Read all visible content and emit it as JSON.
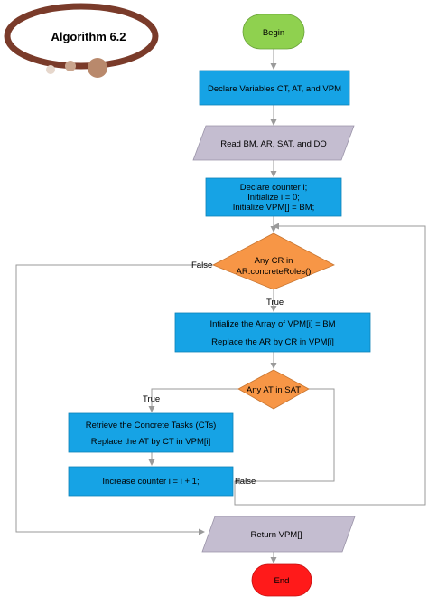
{
  "badge": {
    "title": "Algorithm 6.2",
    "colors": {
      "ring": "#7a3b2a",
      "fill": "#ffffff",
      "dot1": "#b9896c",
      "dot2": "#c9a58e",
      "dot3": "#e6d7cc"
    }
  },
  "colors": {
    "terminal_start": "#8fd14f",
    "terminal_end": "#ff1a1a",
    "process": "#16a3e5",
    "io": "#c4bdd0",
    "decision": "#f79646",
    "line": "#9a9a9a"
  },
  "nodes": {
    "begin": "Begin",
    "declare_vars": "Declare Variables CT, AT, and VPM",
    "read_inputs": "Read BM, AR, SAT, and DO",
    "init_counter": [
      "Declare counter i;",
      "Initialize i = 0;",
      "Initialize VPM[] = BM;"
    ],
    "decision_cr": [
      "Any CR in",
      "AR.concreteRoles()"
    ],
    "init_array": [
      "Intialize the Array of VPM[i] = BM",
      "Replace the AR by CR in VPM[i]"
    ],
    "decision_at": "Any AT in SAT",
    "retrieve_ct": [
      "Retrieve the Concrete Tasks (CTs)",
      "Replace the AT by CT in VPM[i]"
    ],
    "increase_counter": "Increase counter i = i + 1;",
    "return_vpm": "Return VPM[]",
    "end": "End"
  },
  "edge_labels": {
    "cr_false": "False",
    "cr_true": "True",
    "at_true": "True",
    "at_false": "False"
  }
}
